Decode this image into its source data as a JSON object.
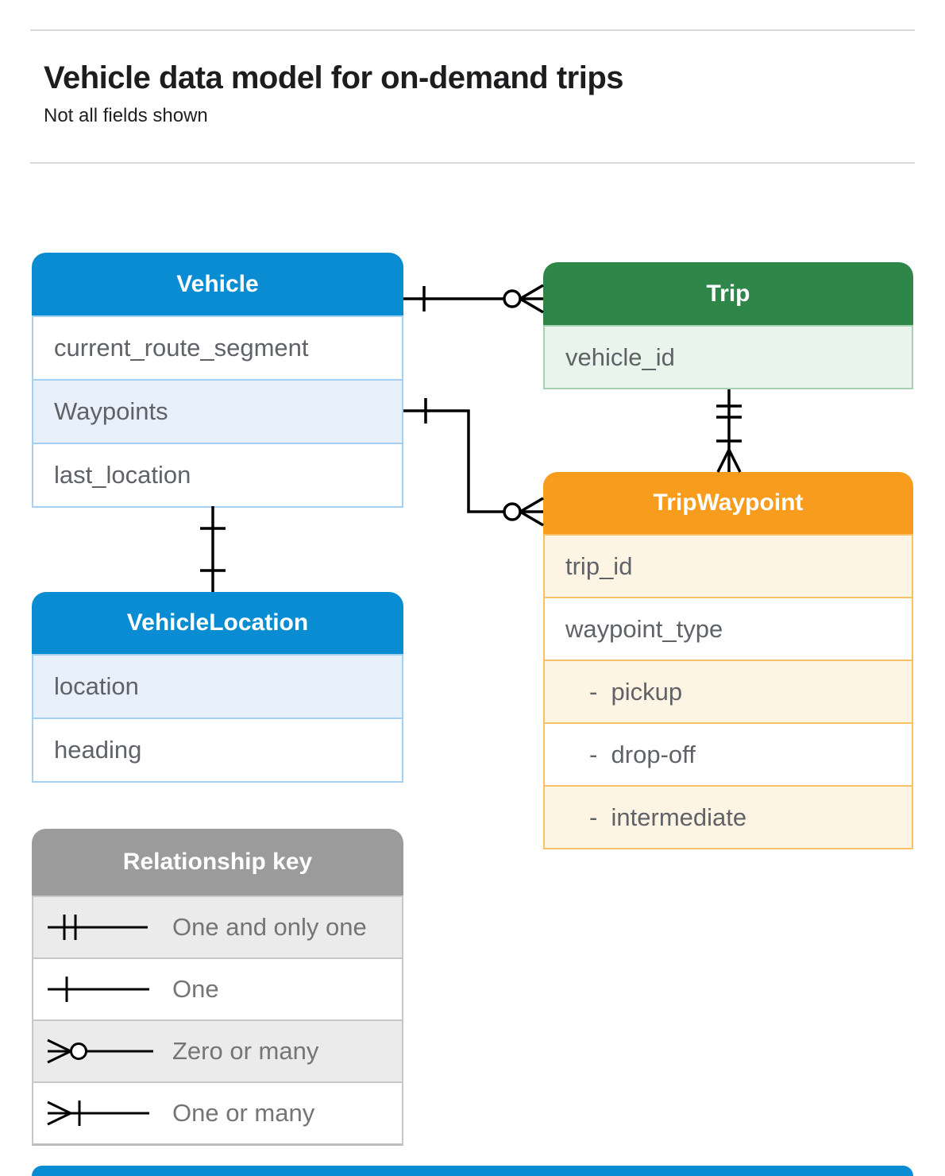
{
  "page": {
    "title": "Vehicle data model for on-demand trips",
    "subtitle": "Not all fields shown"
  },
  "entities": {
    "vehicle": {
      "title": "Vehicle",
      "fields": [
        "current_route_segment",
        "Waypoints",
        "last_location"
      ]
    },
    "trip": {
      "title": "Trip",
      "fields": [
        "vehicle_id"
      ]
    },
    "trip_waypoint": {
      "title": "TripWaypoint",
      "fields": [
        "trip_id",
        "waypoint_type",
        "-  pickup",
        "-  drop-off",
        "-  intermediate"
      ]
    },
    "vehicle_location": {
      "title": "VehicleLocation",
      "fields": [
        "location",
        "heading"
      ]
    }
  },
  "legend": {
    "title": "Relationship key",
    "items": [
      {
        "label": "One and only one",
        "symbol": "one-and-only-one"
      },
      {
        "label": "One",
        "symbol": "one"
      },
      {
        "label": "Zero or many",
        "symbol": "zero-or-many"
      },
      {
        "label": "One or many",
        "symbol": "one-or-many"
      }
    ]
  },
  "relationships": [
    {
      "from": "Vehicle",
      "to": "Trip",
      "from_cardinality": "one",
      "to_cardinality": "zero-or-many"
    },
    {
      "from": "Vehicle.Waypoints",
      "to": "TripWaypoint",
      "from_cardinality": "one",
      "to_cardinality": "zero-or-many"
    },
    {
      "from": "Trip",
      "to": "TripWaypoint",
      "from_cardinality": "one-and-only-one",
      "to_cardinality": "one-or-many"
    },
    {
      "from": "Vehicle",
      "to": "VehicleLocation",
      "from_cardinality": "one",
      "to_cardinality": "one"
    }
  ],
  "colors": {
    "blue": "#0a8cd2",
    "blue_tint": "#e8f1fb",
    "blue_border": "#a5d0f1",
    "green": "#2e8749",
    "green_tint": "#e9f4ec",
    "green_border": "#a7d0b2",
    "orange": "#f89c1d",
    "orange_tint": "#fef4e4",
    "orange_border": "#f9c165",
    "gray": "#9b9b9b",
    "gray_tint": "#ebebeb",
    "gray_border": "#c7c7c7",
    "text": "#5f6368",
    "text_muted": "#757575",
    "line": "#000000",
    "divider": "#dadada"
  }
}
